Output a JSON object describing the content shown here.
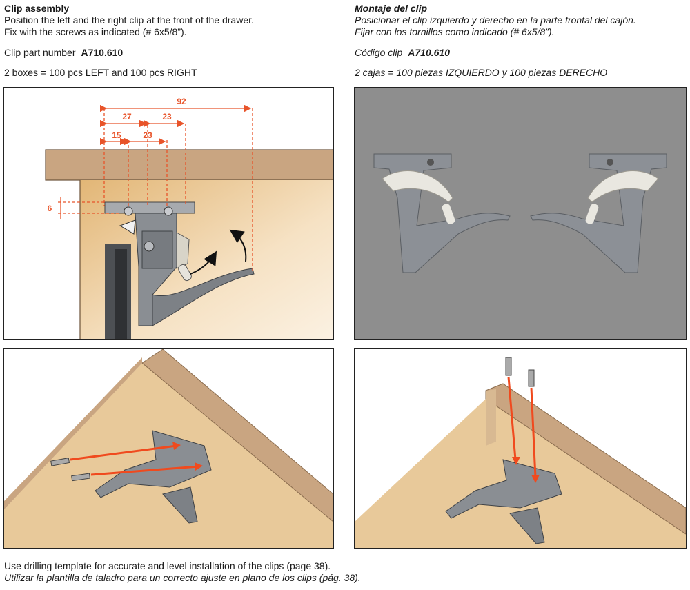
{
  "english": {
    "title": "Clip assembly",
    "line1": "Position the left and the right clip at the front of the drawer.",
    "line2": "Fix with the screws as indicated (# 6x5/8”).",
    "part_label": "Clip part number",
    "part_number": "A710.610",
    "boxes": "2 boxes = 100 pcs LEFT and 100 pcs RIGHT",
    "footer": "Use drilling template for accurate and level installation of the clips (page 38)."
  },
  "spanish": {
    "title": "Montaje del clip",
    "line1": "Posicionar el clip izquierdo y derecho en la parte frontal del cajón.",
    "line2": "Fijar con los tornillos como indicado (# 6x5/8”).",
    "part_label": "Código clip",
    "part_number": "A710.610",
    "boxes": "2 cajas = 100 piezas IZQUIERDO y 100 piezas DERECHO",
    "footer": "Utilizar la plantilla de taladro para un correcto ajuste en plano de los clips (pág. 38)."
  },
  "dimensions": {
    "d92": "92",
    "d27": "27",
    "d23a": "23",
    "d15": "15",
    "d23b": "23",
    "d6": "6"
  },
  "colors": {
    "dimension": "#e8542a",
    "arrow": "#f04a1e",
    "wood_top": "#c9a581",
    "wood_side": "#e8c99a",
    "clip": "#8a8f96",
    "photo_bg": "#8e8e8e"
  }
}
